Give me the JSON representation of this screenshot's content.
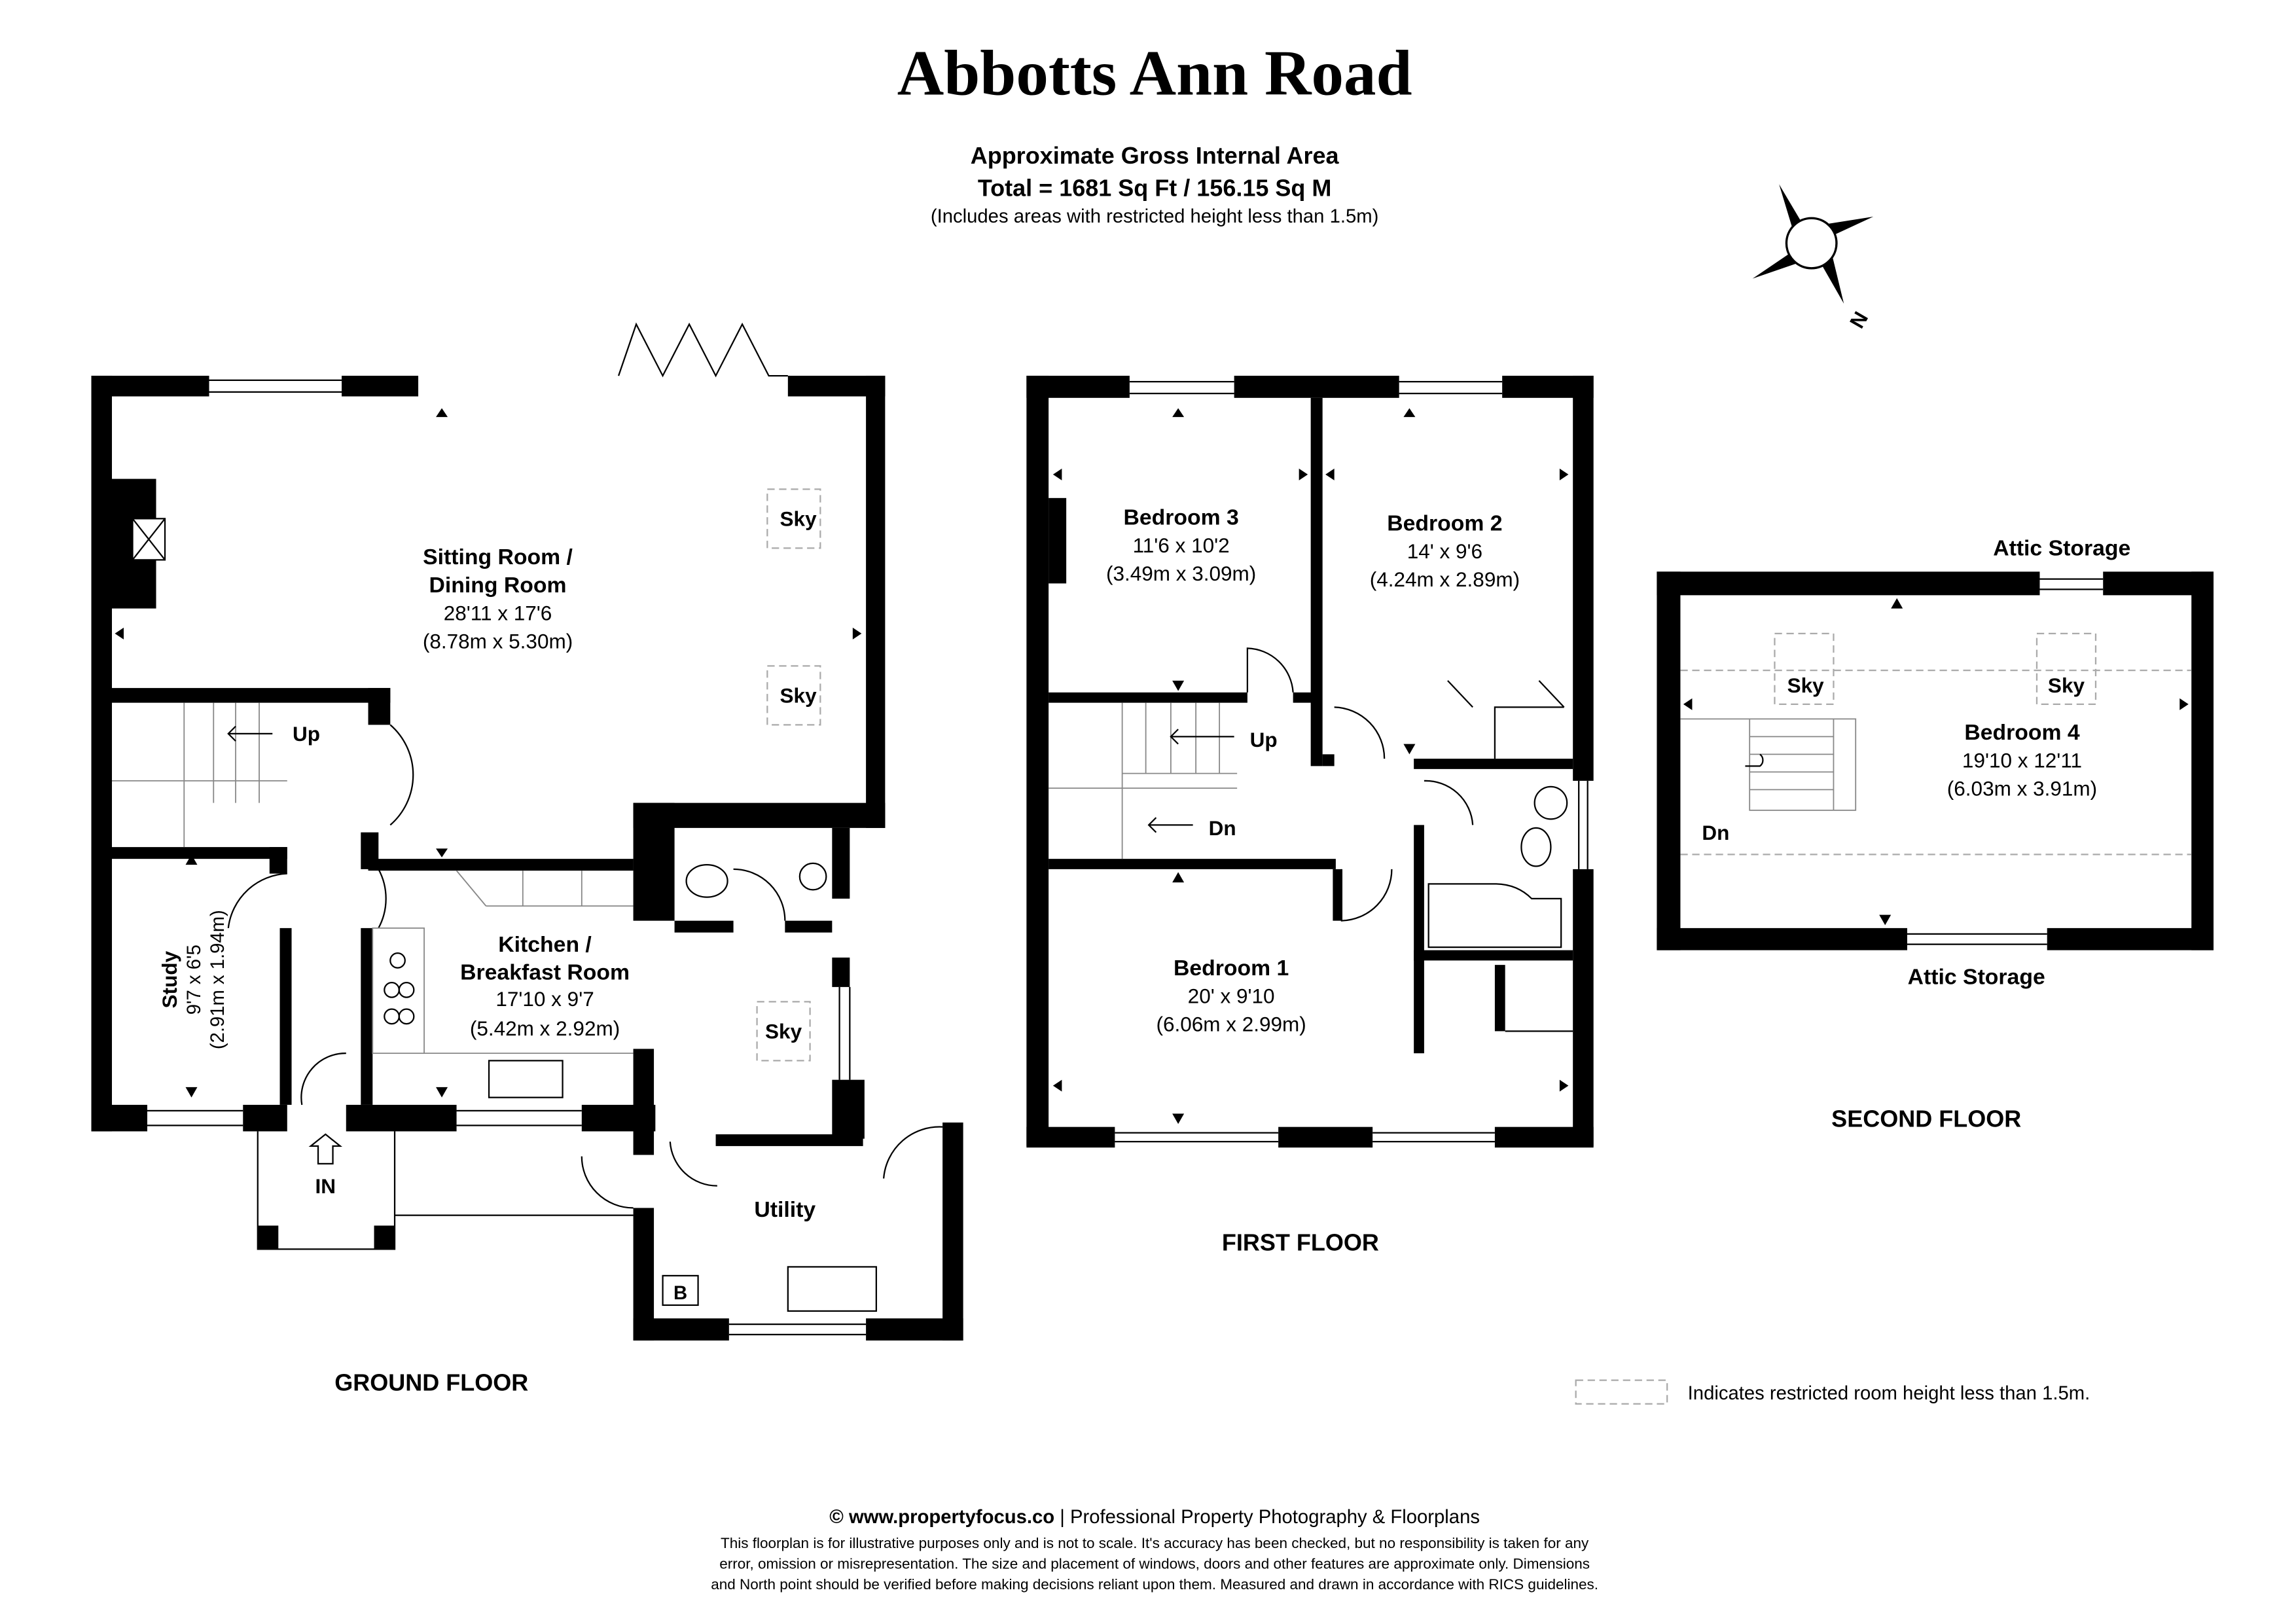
{
  "header": {
    "title": "Abbotts Ann Road",
    "area_heading": "Approximate Gross Internal Area",
    "area_total": "Total = 1681 Sq Ft / 156.15 Sq M",
    "area_note": "(Includes areas with restricted height less than 1.5m)"
  },
  "compass": {
    "label": "N"
  },
  "ground_floor": {
    "label": "GROUND FLOOR",
    "sitting": {
      "name1": "Sitting Room /",
      "name2": "Dining Room",
      "imperial": "28'11 x 17'6",
      "metric": "(8.78m x 5.30m)"
    },
    "kitchen": {
      "name1": "Kitchen /",
      "name2": "Breakfast Room",
      "imperial": "17'10 x 9'7",
      "metric": "(5.42m x 2.92m)"
    },
    "study": {
      "name": "Study",
      "imperial": "9'7 x 6'5",
      "metric": "(2.91m x 1.94m)"
    },
    "utility": {
      "name": "Utility"
    },
    "sky1": "Sky",
    "sky2": "Sky",
    "sky3": "Sky",
    "stairs_up": "Up",
    "entrance": "IN",
    "boiler": "B"
  },
  "first_floor": {
    "label": "FIRST FLOOR",
    "bedroom3": {
      "name": "Bedroom 3",
      "imperial": "11'6 x 10'2",
      "metric": "(3.49m x 3.09m)"
    },
    "bedroom2": {
      "name": "Bedroom 2",
      "imperial": "14' x 9'6",
      "metric": "(4.24m x 2.89m)"
    },
    "bedroom1": {
      "name": "Bedroom 1",
      "imperial": "20' x 9'10",
      "metric": "(6.06m x 2.99m)"
    },
    "stairs_up": "Up",
    "stairs_down": "Dn"
  },
  "second_floor": {
    "label": "SECOND FLOOR",
    "bedroom4": {
      "name": "Bedroom 4",
      "imperial": "19'10 x 12'11",
      "metric": "(6.03m x 3.91m)"
    },
    "attic_top": "Attic Storage",
    "attic_bottom": "Attic Storage",
    "sky1": "Sky",
    "sky2": "Sky",
    "stairs_down": "Dn"
  },
  "legend": {
    "text": "Indicates restricted room height less than 1.5m."
  },
  "footer": {
    "credit_bold": "© www.propertyfocus.co",
    "credit_rest": " | Professional Property Photography & Floorplans",
    "disclaimer1": "This floorplan is for illustrative purposes only and is not to scale. It's accuracy has been checked, but no responsibility is taken for any",
    "disclaimer2": "error, omission or misrepresentation. The size and placement of windows, doors and other features are approximate only. Dimensions",
    "disclaimer3": "and North point should be verified before making decisions reliant upon them. Measured and drawn in accordance with RICS guidelines."
  }
}
